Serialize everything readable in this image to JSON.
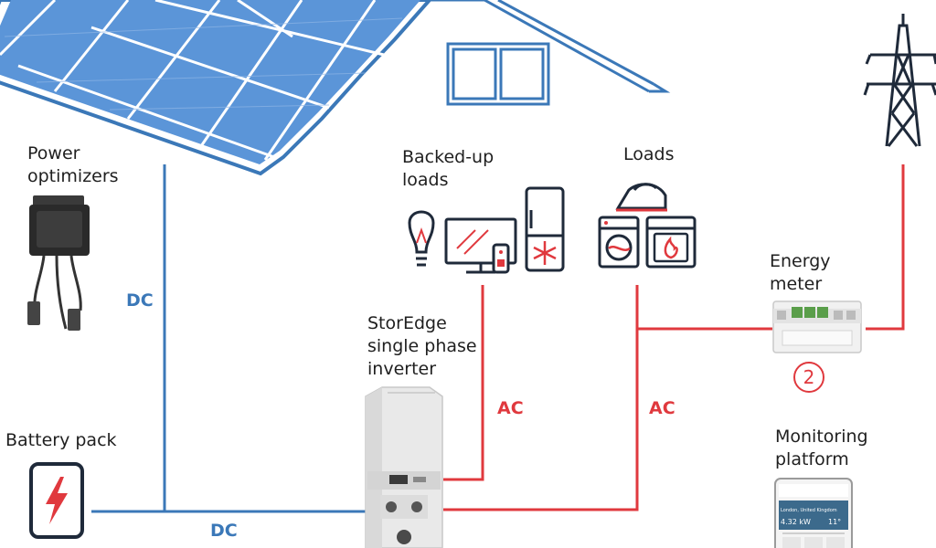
{
  "labels": {
    "power_optimizers": [
      "Power",
      "optimizers"
    ],
    "battery_pack": "Battery pack",
    "backed_up_loads": [
      "Backed-up",
      "loads"
    ],
    "loads": "Loads",
    "inverter": [
      "StorEdge",
      "single phase",
      "inverter"
    ],
    "energy_meter": [
      "Energy",
      "meter"
    ],
    "monitoring_platform": [
      "Monitoring",
      "platform"
    ]
  },
  "connections": {
    "dc_panel": "DC",
    "dc_battery": "DC",
    "ac_backed_up": "AC",
    "ac_loads": "AC"
  },
  "meter_badge": "2",
  "phone": {
    "location": "London, United Kingdom",
    "power_reading": "4.32 kW",
    "temperature": "11°"
  },
  "colors": {
    "dc_line": "#3b78b8",
    "ac_line": "#e0393e",
    "panel_fill": "#5b95d8",
    "icon_dark": "#1f2a3a"
  },
  "icons": {
    "battery": "lightning-icon",
    "fridge": "snowflake-icon",
    "oven": "flame-icon",
    "iron": "iron-icon",
    "tv": "tv-icon",
    "bulb": "lightbulb-icon",
    "washer": "washing-machine-icon",
    "grid": "transmission-tower-icon"
  }
}
